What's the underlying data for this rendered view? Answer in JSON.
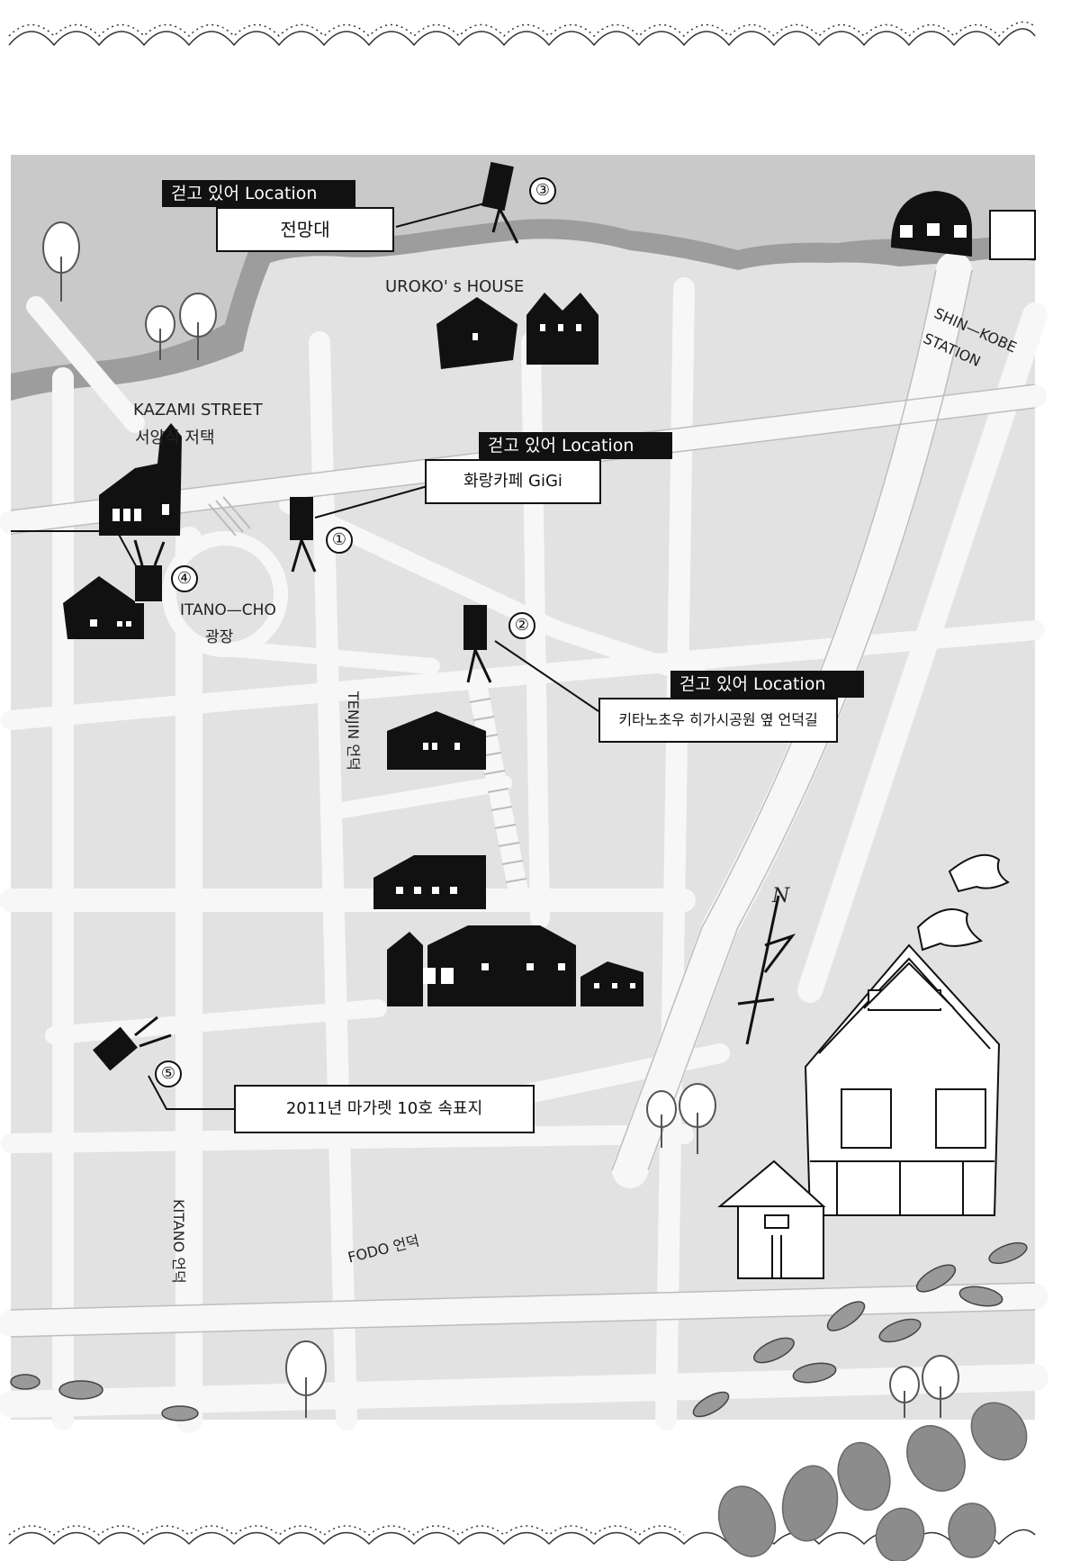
{
  "labels": {
    "uroko_house": "UROKO' s HOUSE",
    "shin_kobe_station": "SHIN—KOBE\nSTATION",
    "shin": "SHIN—KOBE",
    "station": "STATION",
    "kazami_street": "KAZAMI STREET",
    "western_house": "서양식 저택",
    "itano_cho": "ITANO—CHO",
    "plaza": "광장",
    "tenjin": "TENJIN 언덕",
    "kitano": "KITANO 언덕",
    "fodo": "FODO 언덕",
    "north": "N"
  },
  "locations": [
    {
      "number": "①",
      "tag": "걷고 있어 Location",
      "caption": "화랑카페 GiGi"
    },
    {
      "number": "②",
      "tag": "걷고 있어 Location",
      "caption": "키타노초우 히가시공원 옆 언덕길"
    },
    {
      "number": "③",
      "tag": "걷고 있어 Location",
      "caption": "전망대"
    },
    {
      "number": "④",
      "tag": "",
      "caption": ""
    },
    {
      "number": "⑤",
      "tag": "",
      "caption": "2011년 마가렛 10호 속표지"
    }
  ],
  "colors": {
    "map_background": "#e2e2e2",
    "road": "#f6f6f6",
    "river": "#9a9a9a",
    "ink": "#111111",
    "leaf": "#8c8c8c"
  },
  "icons": [
    "camera-icon",
    "tree-icon",
    "house-icon",
    "bird-icon",
    "footprint-icon",
    "compass-icon",
    "leaf-icon"
  ]
}
